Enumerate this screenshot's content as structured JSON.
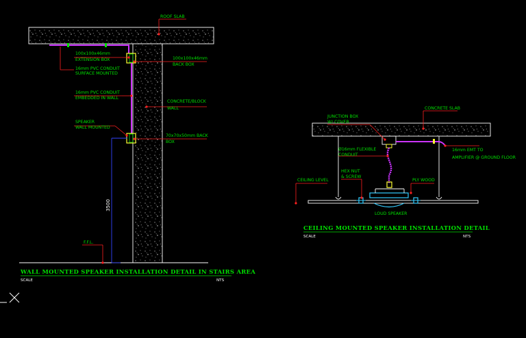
{
  "wall_detail": {
    "labels": {
      "roof_slab": "ROOF SLAB",
      "extension_box_line1": "100x100x46mm",
      "extension_box_line2": "EXTENSION BOX",
      "conduit_surface_line1": "16mm PVC CONDUIT",
      "conduit_surface_line2": "SURFACE MOUNTED",
      "back_box_top_line1": "100x100x46mm",
      "back_box_top_line2": "BACK BOX",
      "conduit_embedded_line1": "16mm PVC CONDUIT",
      "conduit_embedded_line2": "EMBEDDED IN WALL",
      "wall_line1": "CONCRETE/BLOCK",
      "wall_line2": "WALL",
      "speaker_line1": "SPEAKER",
      "speaker_line2": "WALL MOUNTED",
      "back_box_bottom_line1": "70x70x50mm BACK",
      "back_box_bottom_line2": "BOX",
      "dimension": "3500",
      "ffl": "F.F.L."
    },
    "title": "WALL MOUNTED SPEAKER INSTALLATION DETAIL IN STAIRS AREA",
    "scale_label": "SCALE",
    "scale_value": "NTS"
  },
  "ceiling_detail": {
    "labels": {
      "concrete_slab": "CONCRETE SLAB",
      "junction_box_line1": "JUNCTION BOX",
      "junction_box_line2": "W/ COVER",
      "flexible_conduit_line1": "Ø16mm FLEXIBLE",
      "flexible_conduit_line2": "CONDUIT",
      "emt_line1": "16mm EMT TO",
      "emt_line2": "AMPLIFIER @ GROUND FLOOR",
      "hex_nut_line1": "HEX NUT",
      "hex_nut_line2": "& SCREW",
      "ceiling_level": "CEILING LEVEL",
      "ply_wood": "PLY WOOD",
      "loud_speaker": "LOUD SPEAKER"
    },
    "title": "CEILING MOUNTED SPEAKER INSTALLATION DETAIL",
    "scale_label": "SCALE",
    "scale_value": "NTS"
  },
  "colors": {
    "background": "#000000",
    "label_green": "#00e000",
    "leader_red": "#ff2020",
    "conduit_magenta": "#cc33ff",
    "box_yellow": "#ffff33",
    "dimension_blue": "#3344ff",
    "speaker_cyan": "#33ccff"
  },
  "ui": {
    "ucs_icon": "ucs-crosshair-icon"
  }
}
